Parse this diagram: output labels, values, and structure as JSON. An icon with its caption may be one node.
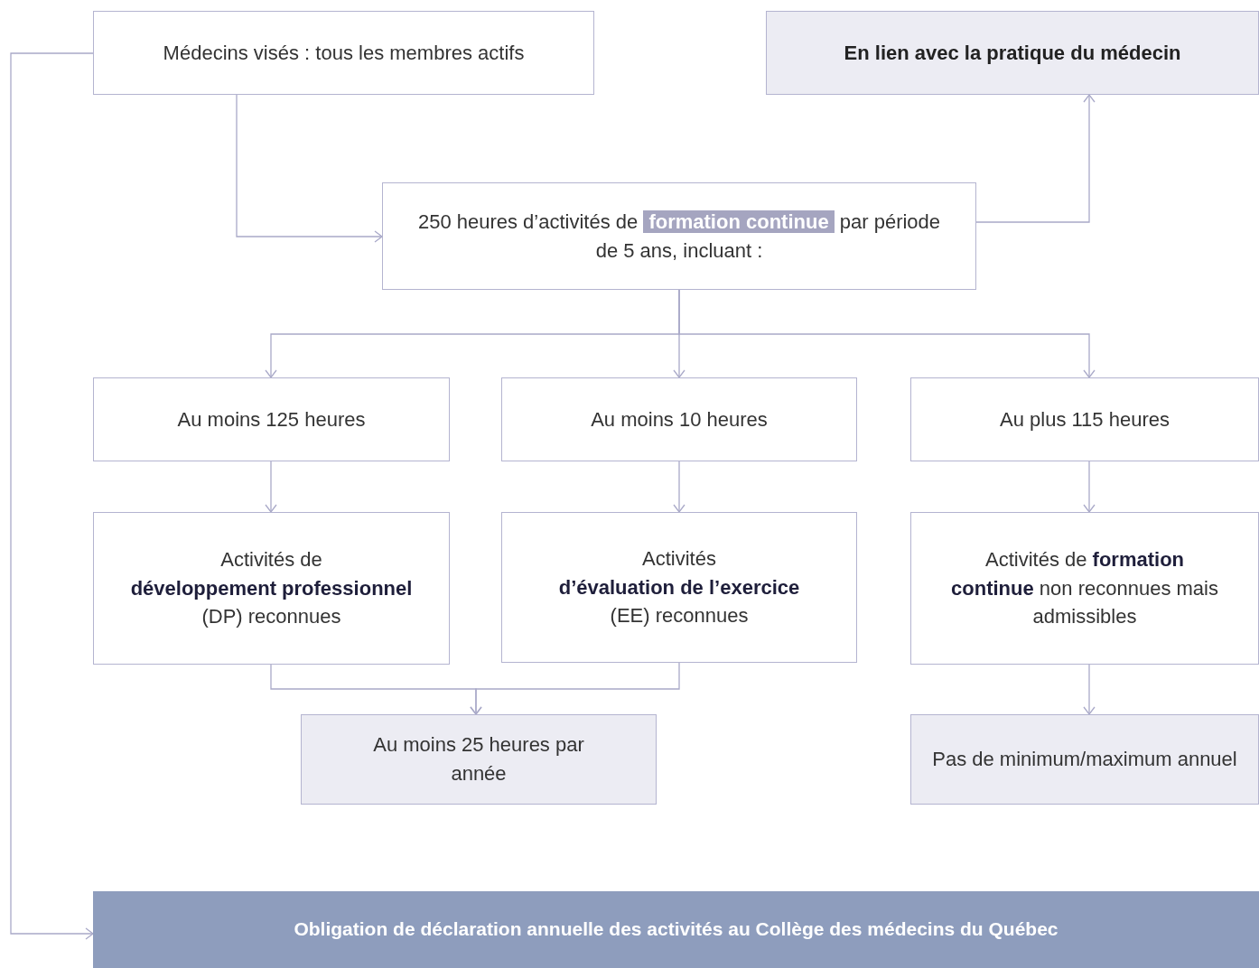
{
  "diagram": {
    "nodes": [
      {
        "text": [
          "Médecins visés : tous les membres actifs"
        ]
      },
      {
        "text": [
          "En lien avec la pratique du médecin"
        ]
      },
      {
        "text": [
          "250 heures d’activités de **formation continue** par période de 5 ans, incluant :"
        ]
      },
      {
        "text": [
          "Au moins 125 heures"
        ]
      },
      {
        "text": [
          "Au moins 10 heures"
        ]
      },
      {
        "text": [
          "Au plus 115 heures"
        ]
      },
      {
        "text": [
          "Activités de **développement professionnel** (DP) reconnues"
        ]
      },
      {
        "text": [
          "Activités **d’évaluation de l’exercice** (EE) reconnues"
        ]
      },
      {
        "text": [
          "Activités de **formation continue** non reconnues mais admissibles"
        ]
      },
      {
        "text": [
          "Au moins 25 heures par année"
        ]
      },
      {
        "text": [
          "Pas de minimum/maximum annuel"
        ]
      },
      {
        "text": [
          "Obligation de déclaration annuelle des activités au Collège des médecins du Québec"
        ]
      }
    ],
    "edges": [
      {
        "from": 0,
        "to": 2,
        "arrow": "to"
      },
      {
        "from": 2,
        "to": 1,
        "arrow": "to"
      },
      {
        "from": 2,
        "to": 3,
        "arrow": "to"
      },
      {
        "from": 2,
        "to": 4,
        "arrow": "to"
      },
      {
        "from": 2,
        "to": 5,
        "arrow": "to"
      },
      {
        "from": 3,
        "to": 6,
        "arrow": "to"
      },
      {
        "from": 4,
        "to": 7,
        "arrow": "to"
      },
      {
        "from": 5,
        "to": 8,
        "arrow": "to"
      },
      {
        "from": 6,
        "to": 9,
        "arrow": "to"
      },
      {
        "from": 7,
        "to": 9,
        "arrow": "to"
      },
      {
        "from": 8,
        "to": 10,
        "arrow": "to"
      },
      {
        "from": 0,
        "to": 11,
        "arrow": "to"
      }
    ]
  }
}
